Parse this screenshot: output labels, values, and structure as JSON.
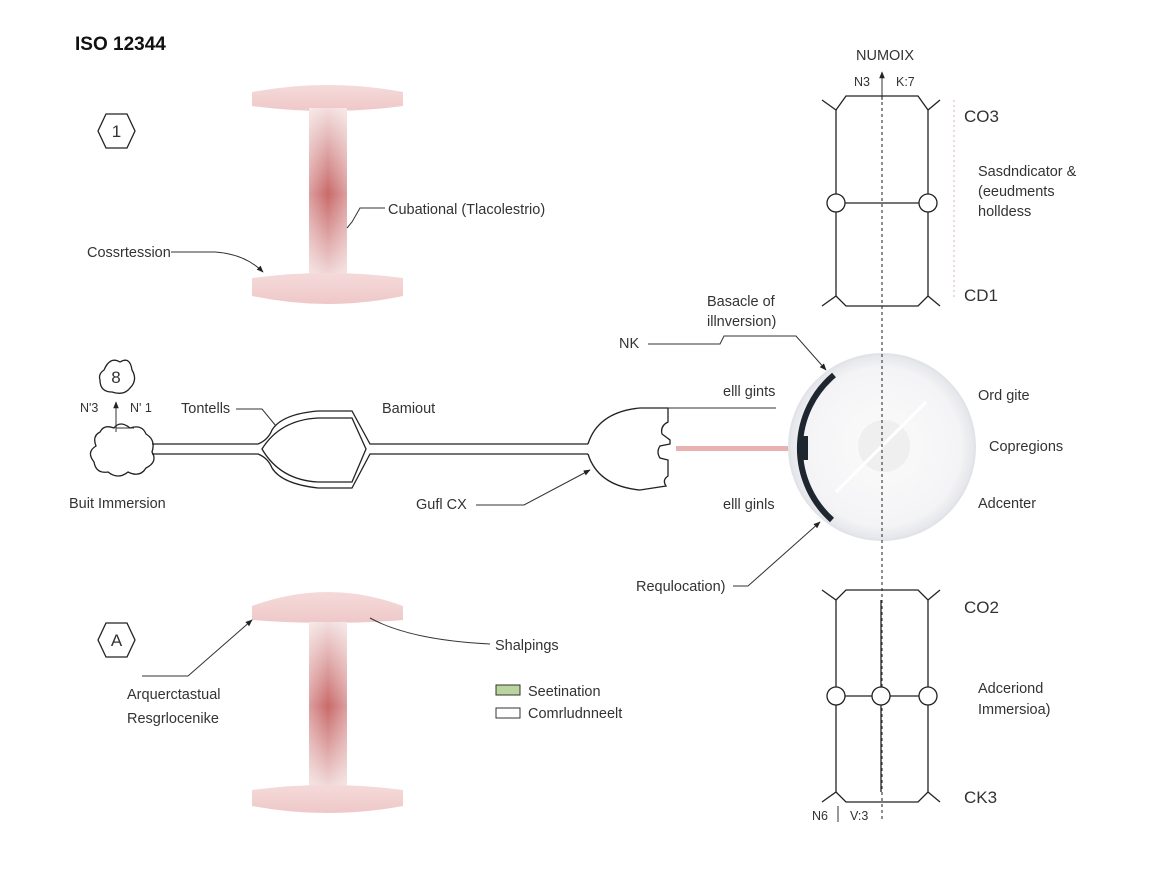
{
  "title": "ISO 12344",
  "badges": {
    "top": "1",
    "middle": "8",
    "bottom": "A"
  },
  "left_labels": {
    "cubational": "Cubational (Tlacolestrio)",
    "cossrtession": "Cossrtession",
    "n3": "N'3",
    "n1": "N' 1",
    "tontells": "Tontells",
    "bamiout": "Bamiout",
    "buit_immersion": "Buit Immersion",
    "gufi_cx": "Gufl CX",
    "shalpings": "Shalpings",
    "arquercstasual": "Arquerctastual",
    "resgrlocenike": "Resgrlocenike"
  },
  "legend": [
    {
      "label": "Seetination",
      "color": "#b9d49c"
    },
    {
      "label": "Comrludnneelt",
      "color": "#ffffff"
    }
  ],
  "center_labels": {
    "basacle_line1": "Basacle of",
    "basacle_line2": "illnversion)",
    "nk": "NK",
    "elll_gints_top": "elll gints",
    "elll_gints_bottom": "elll ginls",
    "requlocation": "Requlocation)"
  },
  "right_labels": {
    "numoix": "NUMOIX",
    "top_n3": "N3",
    "top_k7": "K:7",
    "co3": "CO3",
    "sasdndicator_1": "Sasdndicator &",
    "sasdndicator_2": "(eeudments",
    "sasdndicator_3": "holldess",
    "cd1": "CD1",
    "ord_gite": "Ord gite",
    "copregions": "Copregions",
    "adcenter": "Adcenter",
    "co2": "CO2",
    "adceriond_1": "Adceriond",
    "adceriond_2": "Immersioa)",
    "ck3": "CK3",
    "bottom_n6": "N6",
    "bottom_v3": "V:3"
  },
  "colors": {
    "pink_cap": "#f2d2d2",
    "pink_stem_mid": "#c96a6a",
    "pink_stem_edge": "#f3dede",
    "swatch_green": "#b9d49c",
    "ring_dark": "#1e2630"
  }
}
